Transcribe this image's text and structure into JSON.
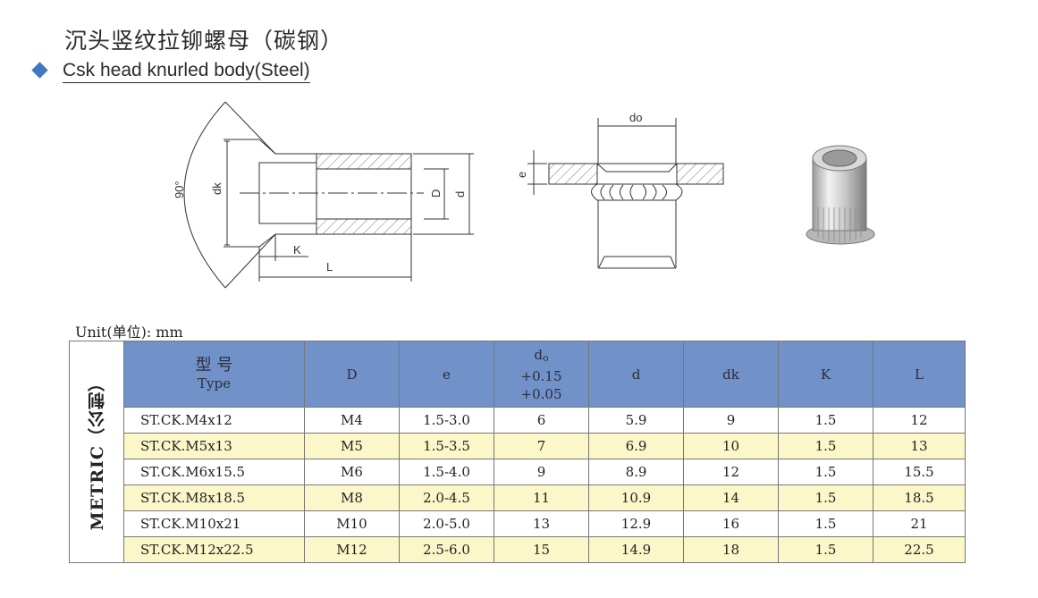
{
  "header": {
    "title_cn": "沉头竖纹拉铆螺母（碳钢）",
    "title_en": "Csk head knurled body(Steel)"
  },
  "diagram": {
    "labels": {
      "angle": "90°",
      "dk": "dk",
      "D": "D",
      "d": "d",
      "K": "K",
      "L": "L",
      "e": "e",
      "do": "do"
    }
  },
  "unit_label": "Unit(单位): mm",
  "table": {
    "side_label": "METRIC（公制）",
    "headers": {
      "type_cn": "型 号",
      "type_en": "Type",
      "D": "D",
      "e": "e",
      "do_main": "d",
      "do_sub": "o",
      "do_tol1": "+0.15",
      "do_tol2": "+0.05",
      "d": "d",
      "dk": "dk",
      "K": "K",
      "L": "L"
    },
    "rows": [
      {
        "type": "ST.CK.M4x12",
        "D": "M4",
        "e": "1.5-3.0",
        "do": "6",
        "d": "5.9",
        "dk": "9",
        "K": "1.5",
        "L": "12"
      },
      {
        "type": "ST.CK.M5x13",
        "D": "M5",
        "e": "1.5-3.5",
        "do": "7",
        "d": "6.9",
        "dk": "10",
        "K": "1.5",
        "L": "13"
      },
      {
        "type": "ST.CK.M6x15.5",
        "D": "M6",
        "e": "1.5-4.0",
        "do": "9",
        "d": "8.9",
        "dk": "12",
        "K": "1.5",
        "L": "15.5"
      },
      {
        "type": "ST.CK.M8x18.5",
        "D": "M8",
        "e": "2.0-4.5",
        "do": "11",
        "d": "10.9",
        "dk": "14",
        "K": "1.5",
        "L": "18.5"
      },
      {
        "type": "ST.CK.M10x21",
        "D": "M10",
        "e": "2.0-5.0",
        "do": "13",
        "d": "12.9",
        "dk": "16",
        "K": "1.5",
        "L": "21"
      },
      {
        "type": "ST.CK.M12x22.5",
        "D": "M12",
        "e": "2.5-6.0",
        "do": "15",
        "d": "14.9",
        "dk": "18",
        "K": "1.5",
        "L": "22.5"
      }
    ]
  }
}
